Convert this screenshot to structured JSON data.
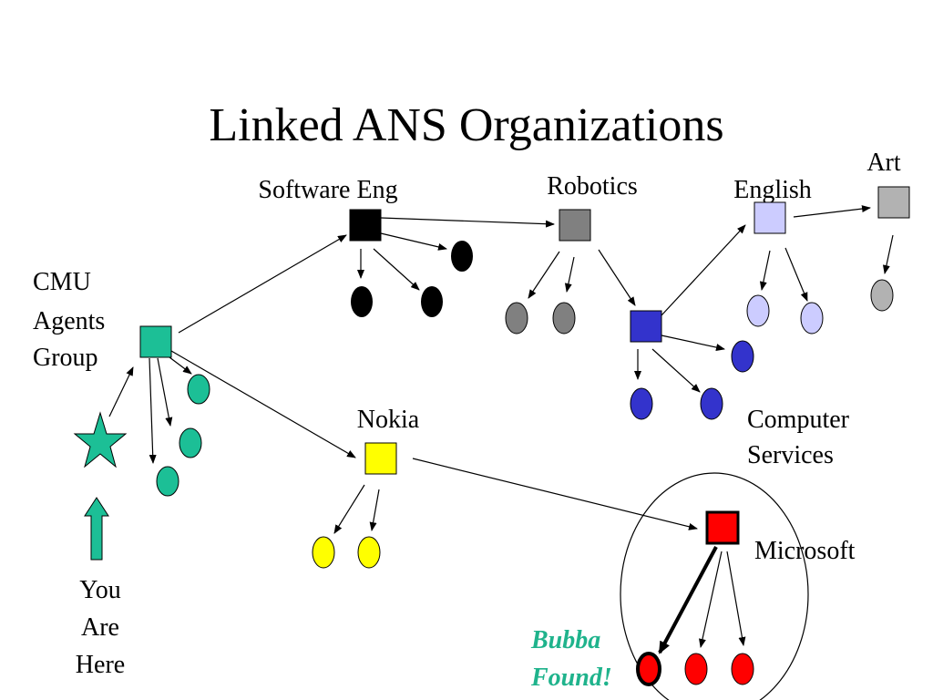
{
  "title": "Linked ANS Organizations",
  "labels": {
    "software_eng": "Software Eng",
    "robotics": "Robotics",
    "english": "English",
    "art": "Art",
    "cmu_line1": "CMU",
    "cmu_line2": "Agents",
    "cmu_line3": "Group",
    "nokia": "Nokia",
    "computer_line1": "Computer",
    "computer_line2": "Services",
    "microsoft": "Microsoft",
    "you_line1": "You",
    "you_line2": "Are",
    "you_line3": "Here",
    "bubba_line1": "Bubba",
    "bubba_line2": "Found!"
  },
  "colors": {
    "cmu": "#1cbf96",
    "software_eng": "#000000",
    "robotics": "#808080",
    "computer_services": "#3333cc",
    "english": "#ccccff",
    "art": "#b2b2b2",
    "nokia": "#ffff00",
    "microsoft": "#ff0000",
    "bubba_text": "#1fb38c"
  }
}
